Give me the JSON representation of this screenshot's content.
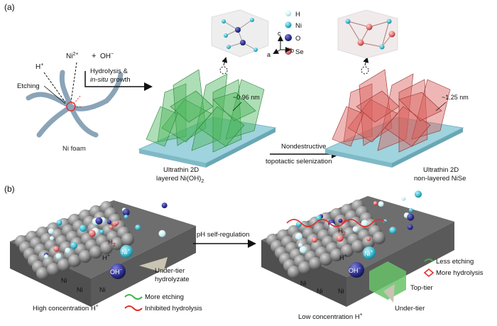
{
  "panel_a": {
    "label": "(a)",
    "ni_foam": "Ni foam",
    "h_plus": "H",
    "h_plus_sup": "+",
    "ni2_plus": "Ni",
    "ni2_plus_sup": "2+",
    "plus_sign": "+",
    "oh_minus": "OH",
    "oh_minus_sup": "−",
    "etching": "Etching",
    "step1_line1": "Hydrolysis &",
    "step1_line2_italic": "in-situ",
    "step1_line2_rest": " growth",
    "thickness_1": "~0.96 nm",
    "thickness_2": "~1.25 nm",
    "product1_line1": "Ultrathin 2D",
    "product1_line2": "layered Ni(OH)",
    "product1_sub": "2",
    "step2_line1": "Nondestructive",
    "step2_line2": "topotactic selenization",
    "product2_line1": "Ultrathin 2D",
    "product2_line2": "non-layered NiSe",
    "legend": [
      {
        "label": "H",
        "color": "#cfeef2"
      },
      {
        "label": "Ni",
        "color": "#37b8cf"
      },
      {
        "label": "O",
        "color": "#2d2f8f"
      },
      {
        "label": "Se",
        "color": "#e06a6a"
      }
    ],
    "axes": {
      "c": "c",
      "a": "a",
      "b": "b"
    }
  },
  "panel_b": {
    "label": "(b)",
    "arrow_label": "pH self-regulation",
    "h2": "H",
    "h2_sub": "2",
    "ni_plus": "Ni",
    "ni_plus_sup": "+",
    "h_plus": "H",
    "h_plus_sup": "+",
    "oh": "OH",
    "oh_sup": "−",
    "ni": "Ni",
    "under_tier_hydrolyzate_1": "Under-tier",
    "under_tier_hydrolyzate_2": "hydrolyzate",
    "left_legend": [
      {
        "label": "More etching",
        "color": "#3cb44a"
      },
      {
        "label": "Inhibited hydrolysis",
        "color": "#e0302a"
      }
    ],
    "right_legend": [
      {
        "label": "Less etching",
        "color": "#3cb44a"
      },
      {
        "label": "More hydrolysis",
        "color": "#e0302a"
      }
    ],
    "high_conc": "High concentration H",
    "high_conc_sup": "+",
    "low_conc": "Low concentration H",
    "low_conc_sup": "+",
    "top_tier": "Top-tier",
    "under_tier": "Under-tier"
  },
  "colors": {
    "substrate": "#9fd3dd",
    "substrate_edge": "#7fb9c6",
    "green_sheet": "#4cb55a",
    "red_sheet": "#d9605c",
    "foam": "#8aa4b8",
    "ni_sphere": "#8a8a8a",
    "ni_ion": "#37b8cf",
    "o_atom": "#2d2f8f",
    "h_atom": "#cfeef2"
  }
}
